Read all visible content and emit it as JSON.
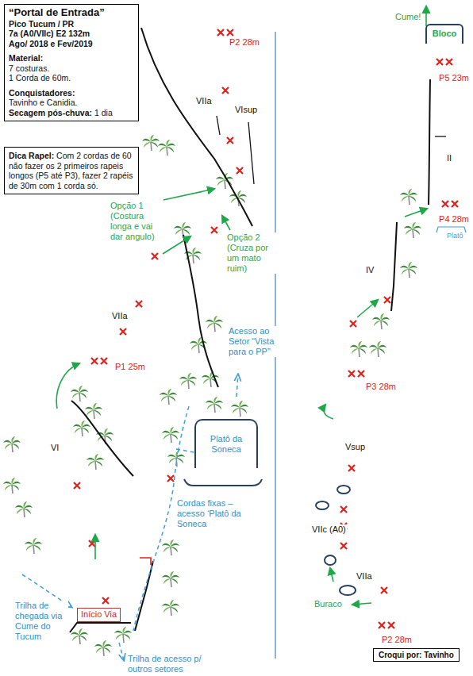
{
  "diagram": {
    "nodes": [
      {
        "text": [
          "“Portal de Entrada”",
          "Pico Tucum / PR",
          "7a (A0/VIIc) E2 132m",
          "Ago/ 2018 e Fev/2019",
          "Material:",
          "7 costuras.",
          "1 Corda de 60m.",
          "Conquistadores:",
          "Tavinho e Canidia.",
          "Secagem pós-chuva:",
          "1 dia"
        ]
      },
      {
        "text": [
          "Dica Rapel:",
          "Com 2 cordas de 60 não fazer os 2 primeiros rapeis longos (P5 até P3), fazer 2 rapéis de 30m com 1 corda só."
        ]
      },
      {
        "text": [
          "Início Via"
        ]
      },
      {
        "text": [
          "Platô da Soneca"
        ]
      },
      {
        "text": [
          "Bloco"
        ]
      },
      {
        "text": [
          "Croqui por: Tavinho"
        ]
      }
    ],
    "labels": [
      "P2 28m",
      "VIIa",
      "VIsup",
      "Opção 1 (Costura longa e vai dar angulo)",
      "Opção 2 (Cruza por um mato ruim)",
      "Acesso ao Setor “Vista para o PP”",
      "VIIa",
      "P1 25m",
      "VI",
      "Cordas fixas – acesso ‘Platô da Soneca",
      "Trilha de chegada via Cume do Tucum",
      "Trilha de acesso p/ outros setores",
      "Cume!",
      "P5 23m",
      "II",
      "P4 28m",
      "Platô",
      "IV",
      "P3 28m",
      "Vsup",
      "VIIc (A0)",
      "VIIa",
      "Buraco",
      "P2 28m"
    ]
  }
}
